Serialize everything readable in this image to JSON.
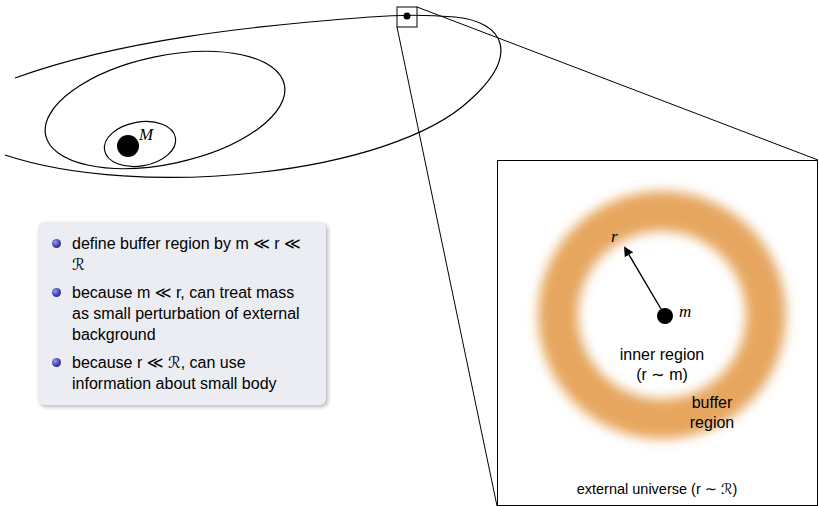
{
  "diagram": {
    "nodes": [
      {
        "text": [
          "define buffer region by m ≪ r ≪ ℛ",
          "because m ≪ r, can treat mass as small perturbation of external background",
          "because r ≪ ℛ, can use information about small body"
        ]
      },
      {
        "text": [
          "external universe (r ∼ ℛ)"
        ]
      },
      {
        "text": [
          "buffer region"
        ],
        "in": 1
      },
      {
        "text": [
          "inner region (r ∼ m)"
        ],
        "in": 2
      }
    ],
    "labels": [
      "M",
      "m",
      "r"
    ]
  }
}
